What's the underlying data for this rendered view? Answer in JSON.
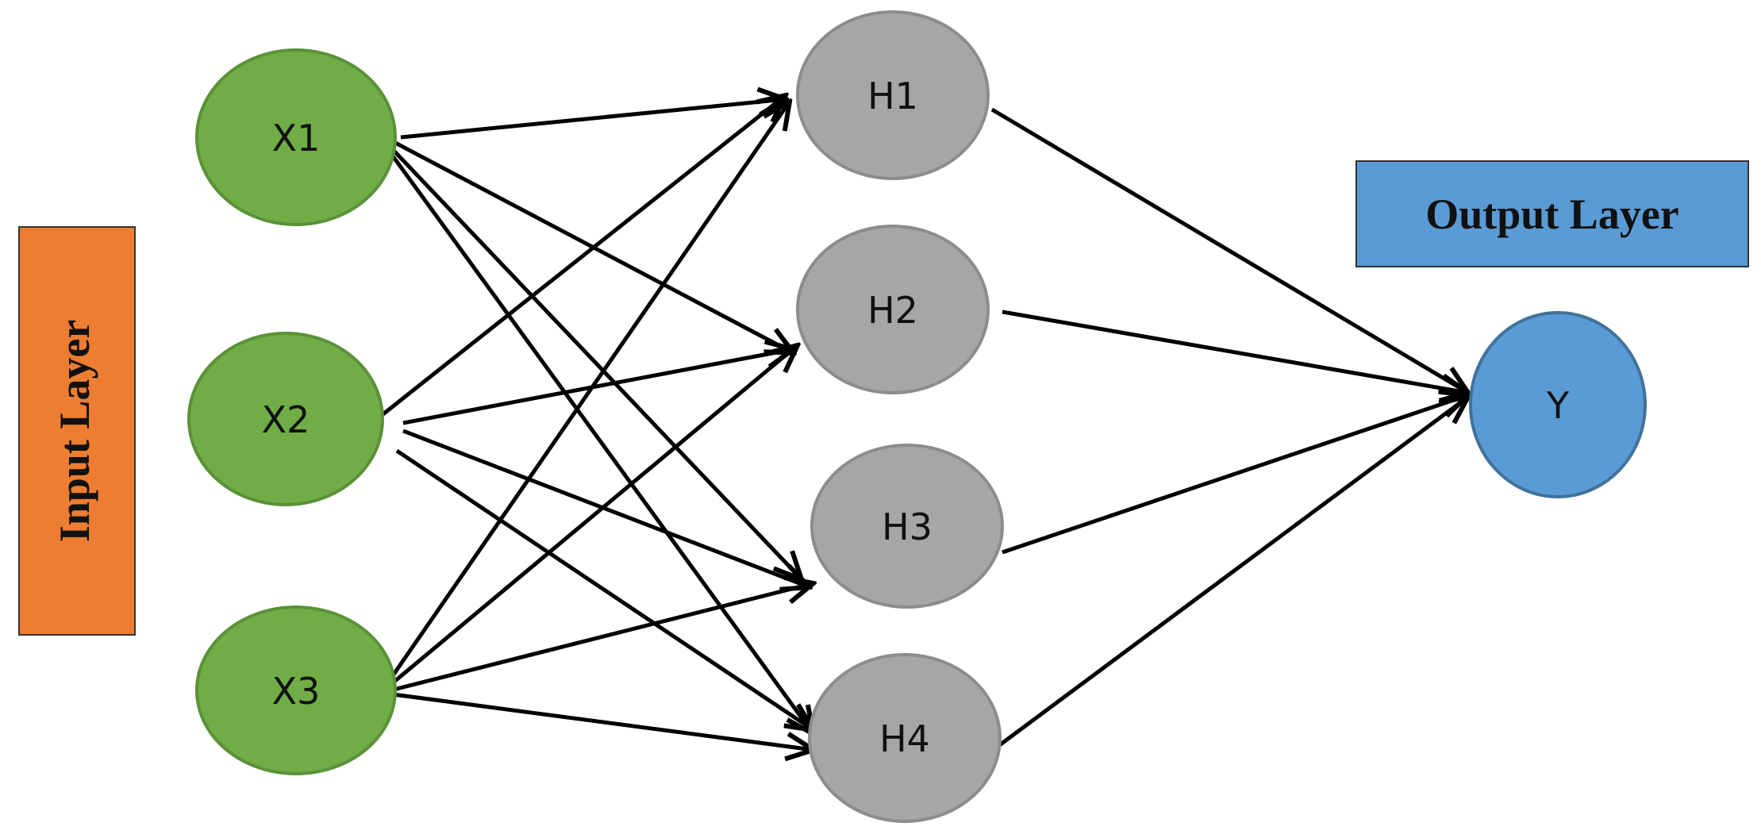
{
  "layers": {
    "input_label": "Input Layer",
    "output_label": "Output Layer"
  },
  "nodes": {
    "x1": "X1",
    "x2": "X2",
    "x3": "X3",
    "h1": "H1",
    "h2": "H2",
    "h3": "H3",
    "h4": "H4",
    "y": "Y"
  },
  "colors": {
    "input_node": "#70AD47",
    "input_node_border": "#5B9138",
    "hidden_node": "#A6A6A6",
    "hidden_node_border": "#8C8C8C",
    "output_node": "#5B9BD5",
    "output_node_border": "#41719C",
    "input_box": "#ED7D31",
    "output_box": "#5B9BD5",
    "edge": "#000000"
  }
}
